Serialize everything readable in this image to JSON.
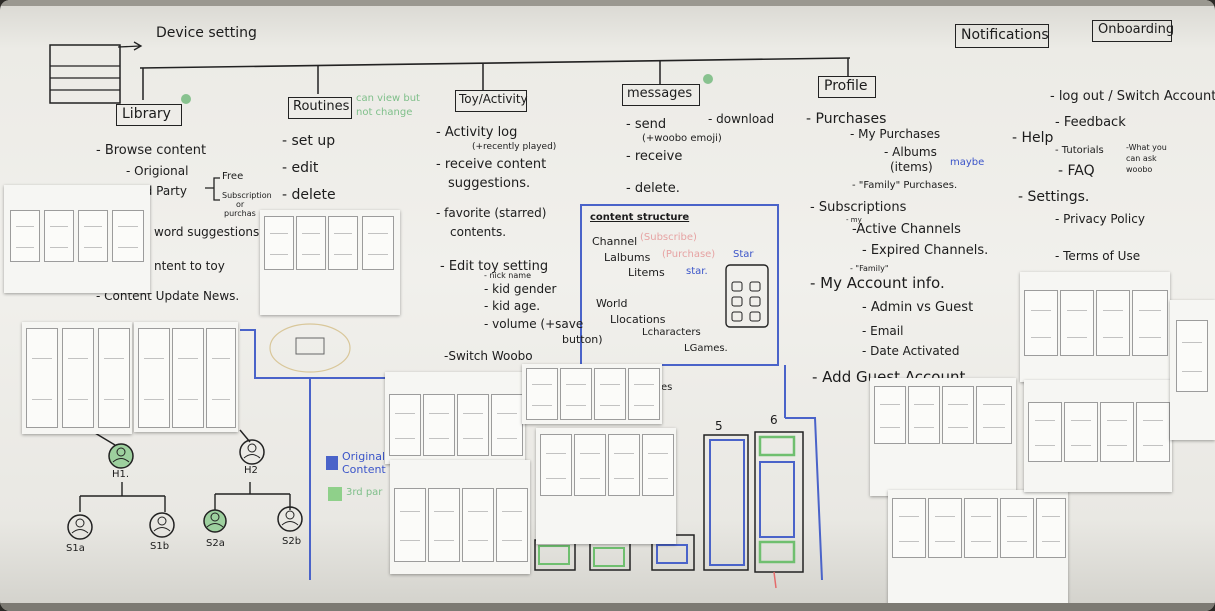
{
  "headers": {
    "device_setting": "Device setting",
    "notifications": "Notifications",
    "onboarding": "Onboarding",
    "library": "Library",
    "routines": "Routines",
    "routines_note": "can view but not change",
    "toy_activity": "Toy/Activity",
    "messages": "messages",
    "profile": "Profile"
  },
  "library_items": [
    "- Browse content",
    "- Origional",
    "rd Party",
    "Free",
    "Subscription",
    "or",
    "purchas",
    "word suggestions.",
    "ntent to toy",
    "- Content Update News."
  ],
  "routines_items": [
    "- set up",
    "- edit",
    "- delete"
  ],
  "toy_items": [
    "- Activity log",
    "(+recently played)",
    "- receive content",
    "suggestions.",
    "- favorite (starred)",
    "contents.",
    "- Edit toy setting",
    "- nick name",
    "- kid gender",
    "- kid age.",
    "- volume (+save",
    "button)",
    "-Switch Woobo"
  ],
  "messages_items": [
    "- send",
    "- download",
    "(+woobo emoji)",
    "- receive",
    "- delete."
  ],
  "content_structure": {
    "title": "content structure",
    "channel": "Channel",
    "subscribe": "(Subscribe)",
    "albums": "Lalbums",
    "purchase": "(Purchase)",
    "star1": "Star",
    "items": "Litems",
    "star2": "star.",
    "world": "World",
    "locations": "Llocations",
    "characters": "Lcharacters",
    "games": "LGames."
  },
  "profile_items": [
    "- Purchases",
    "- My Purchases",
    "- Albums",
    "(items)",
    "maybe",
    "- \"Family\" Purchases.",
    "- Subscriptions",
    "- my",
    "-Active Channels",
    "- Expired Channels.",
    "- \"Family\"",
    "- My Account info.",
    "- Admin vs Guest",
    "- Email",
    "- Date Activated",
    "- Add Guest Account"
  ],
  "right_items": [
    "- log out / Switch Account",
    "- Feedback",
    "- Help",
    "- Tutorials",
    "-What you can ask woobo",
    "- FAQ",
    "- Settings.",
    "- Privacy Policy",
    "- Terms of Use"
  ],
  "tree": {
    "h1": "H1.",
    "h2": "H2",
    "s1a": "S1a",
    "s1b": "S1b",
    "s2a": "S2a",
    "s2b": "S2b"
  },
  "legend": {
    "original": "Original",
    "original2": "Content",
    "third": "3rd par"
  },
  "columns": {
    "c5": "5",
    "c6": "6",
    "es": "es"
  }
}
